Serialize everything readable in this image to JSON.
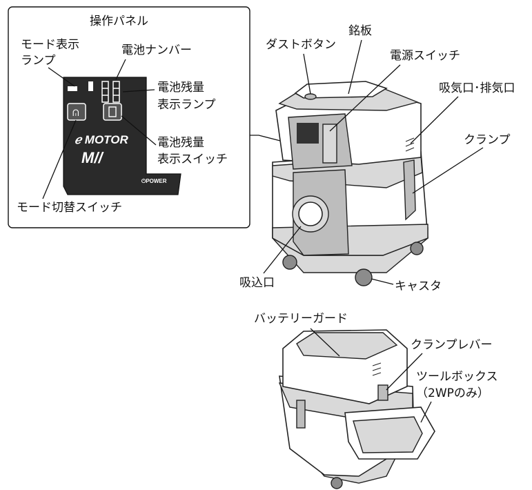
{
  "panel": {
    "title": "操作パネル",
    "mode_lamp": [
      "モード表示",
      "ランプ"
    ],
    "battery_number": "電池ナンバー",
    "battery_lamp": [
      "電池残量",
      "表示ランプ"
    ],
    "battery_switch": [
      "電池残量",
      "表示スイッチ"
    ],
    "mode_switch": "モード切替スイッチ",
    "power_label": "⏻POWER"
  },
  "top_unit": {
    "dust_button": "ダストボタン",
    "nameplate": "銘板",
    "power_switch": "電源スイッチ",
    "vent": "吸気口･排気口",
    "clamp": "クランプ",
    "intake": "吸込口",
    "caster": "キャスタ"
  },
  "bottom_unit": {
    "battery_guard": "バッテリーガード",
    "clamp_lever": "クランプレバー",
    "toolbox": [
      "ツールボックス",
      "（2WPのみ）"
    ]
  }
}
